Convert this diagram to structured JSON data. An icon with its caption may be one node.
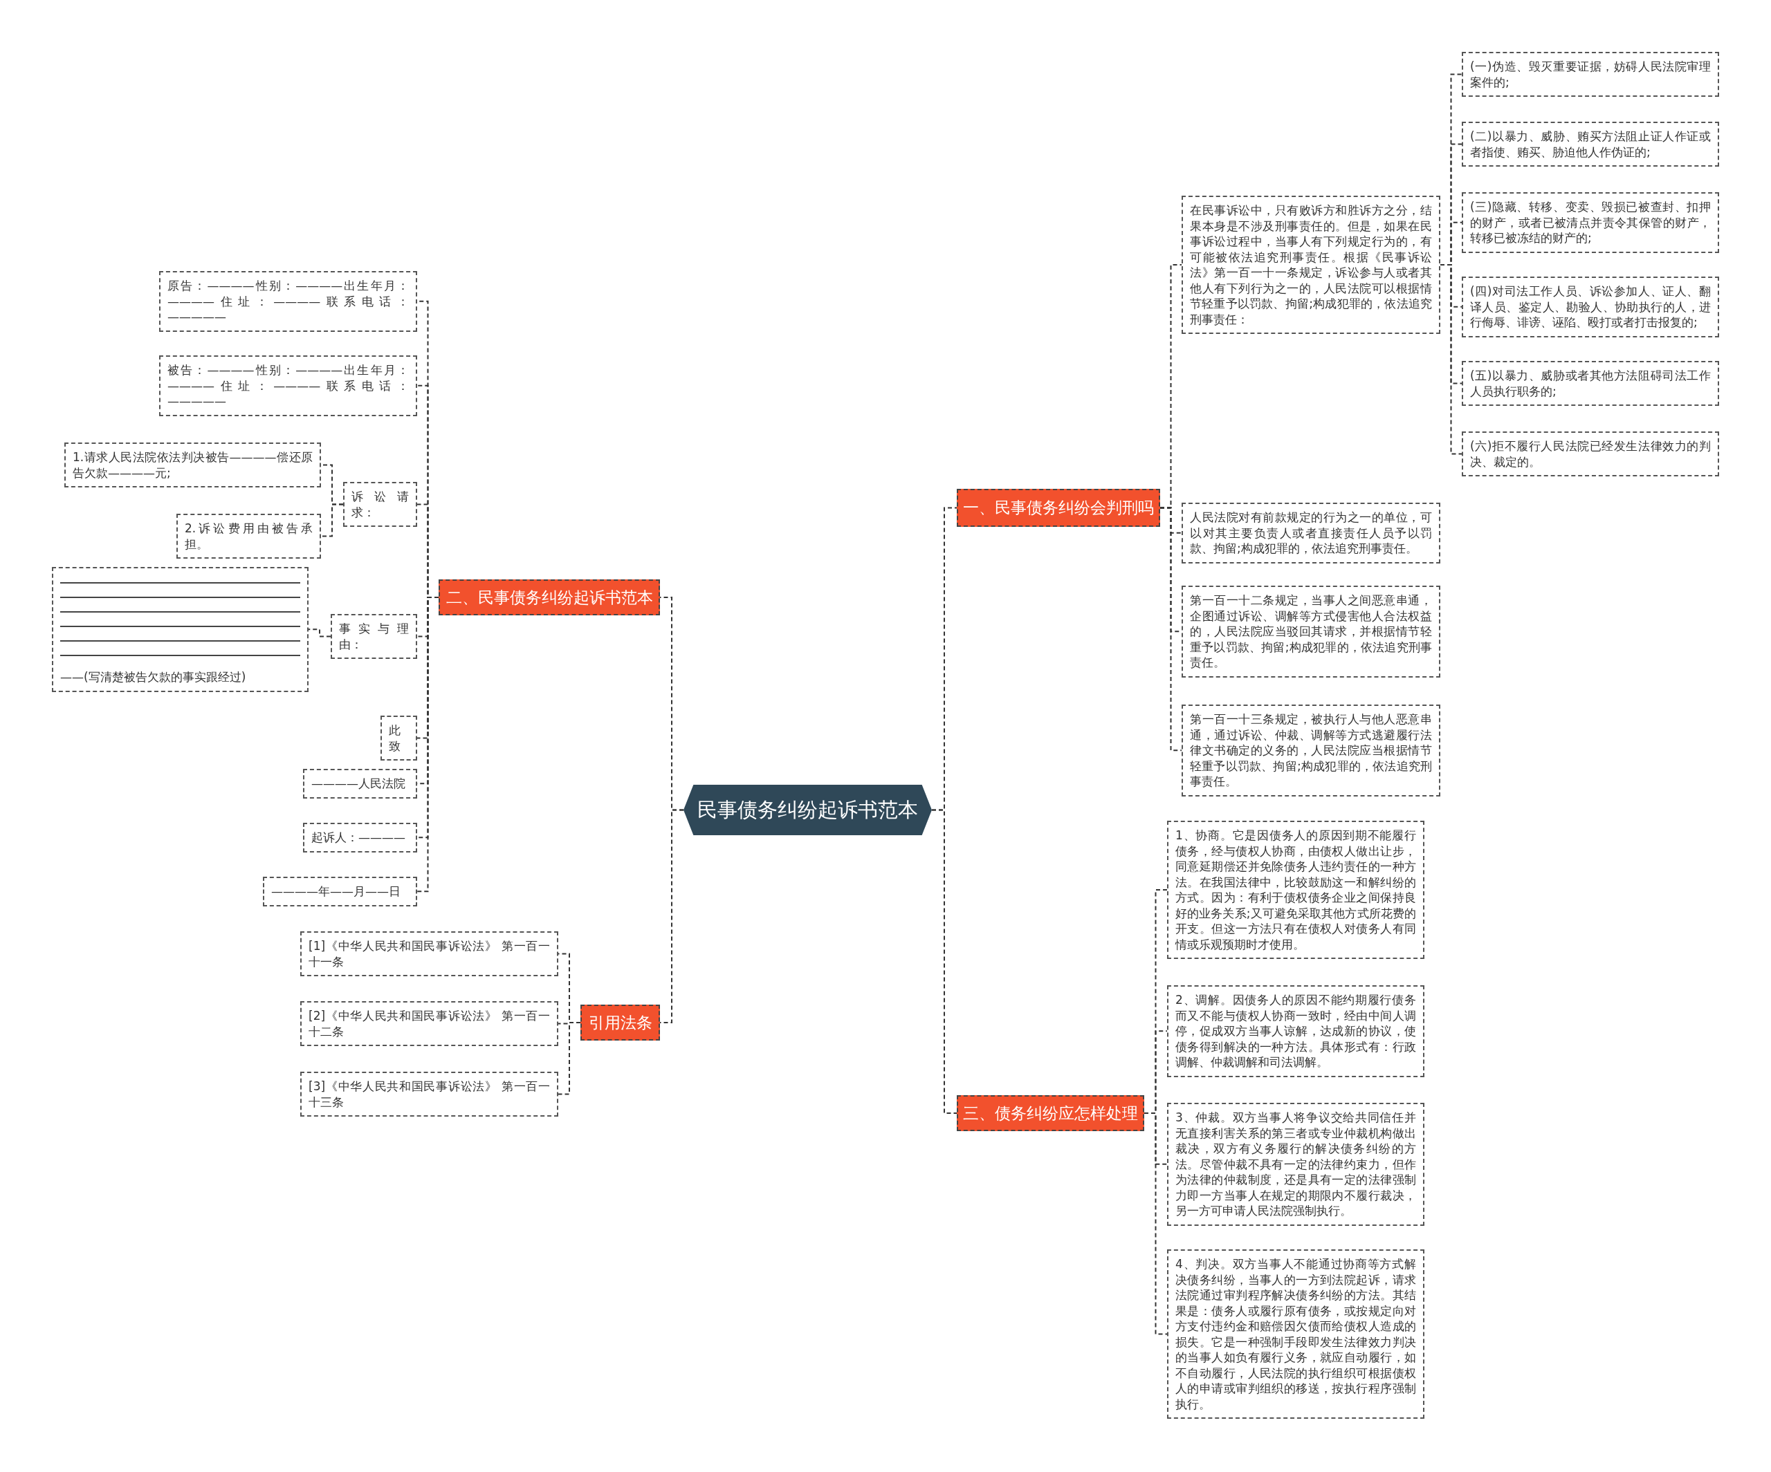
{
  "diagram": {
    "nodes": [
      {
        "text": [
          "民事债务纠纷起诉书范本"
        ]
      },
      {
        "text": [
          "一、民事债务纠纷会判刑吗"
        ]
      },
      {
        "text": [
          "在民事诉讼中，只有败诉方和胜诉方之分，结果本身是不涉及刑事责任的。但是，如果在民事诉讼过程中，当事人有下列规定行为的，有可能被依法追究刑事责任。根据《民事诉讼法》第一百一十一条规定，诉讼参与人或者其他人有下列行为之一的，人民法院可以根据情节轻重予以罚款、拘留;构成犯罪的，依法追究刑事责任："
        ]
      },
      {
        "text": [
          "(一)伪造、毁灭重要证据，妨碍人民法院审理案件的;"
        ]
      },
      {
        "text": [
          "(二)以暴力、威胁、贿买方法阻止证人作证或者指使、贿买、胁迫他人作伪证的;"
        ]
      },
      {
        "text": [
          "(三)隐藏、转移、变卖、毁损已被查封、扣押的财产，或者已被清点并责令其保管的财产，转移已被冻结的财产的;"
        ]
      },
      {
        "text": [
          "(四)对司法工作人员、诉讼参加人、证人、翻译人员、鉴定人、勘验人、协助执行的人，进行侮辱、诽谤、诬陷、殴打或者打击报复的;"
        ]
      },
      {
        "text": [
          "(五)以暴力、威胁或者其他方法阻碍司法工作人员执行职务的;"
        ]
      },
      {
        "text": [
          "(六)拒不履行人民法院已经发生法律效力的判决、裁定的。"
        ]
      },
      {
        "text": [
          "人民法院对有前款规定的行为之一的单位，可以对其主要负责人或者直接责任人员予以罚款、拘留;构成犯罪的，依法追究刑事责任。"
        ]
      },
      {
        "text": [
          "第一百一十二条规定，当事人之间恶意串通，企图通过诉讼、调解等方式侵害他人合法权益的，人民法院应当驳回其请求，并根据情节轻重予以罚款、拘留;构成犯罪的，依法追究刑事责任。"
        ]
      },
      {
        "text": [
          "第一百一十三条规定，被执行人与他人恶意串通，通过诉讼、仲裁、调解等方式逃避履行法律文书确定的义务的，人民法院应当根据情节轻重予以罚款、拘留;构成犯罪的，依法追究刑事责任。"
        ]
      },
      {
        "text": [
          "二、民事债务纠纷起诉书范本"
        ]
      },
      {
        "text": [
          "原告：————性别：————出生年月：————住址：————联系电话：—————"
        ]
      },
      {
        "text": [
          "被告：————性别：————出生年月：————住址：————联系电话：—————"
        ]
      },
      {
        "text": [
          "诉讼请求："
        ]
      },
      {
        "text": [
          "1.请求人民法院依法判决被告————偿还原告欠款————元;"
        ]
      },
      {
        "text": [
          "2.诉讼费用由被告承担。"
        ]
      },
      {
        "text": [
          "事实与理由："
        ]
      },
      {
        "text": [
          "——(写清楚被告欠款的事实跟经过)"
        ]
      },
      {
        "text": [
          "此致"
        ]
      },
      {
        "text": [
          "————人民法院"
        ]
      },
      {
        "text": [
          "起诉人：————"
        ]
      },
      {
        "text": [
          "————年——月——日"
        ]
      },
      {
        "text": [
          "引用法条"
        ]
      },
      {
        "text": [
          "[1]《中华人民共和国民事诉讼法》 第一百一十一条"
        ]
      },
      {
        "text": [
          "[2]《中华人民共和国民事诉讼法》 第一百一十二条"
        ]
      },
      {
        "text": [
          "[3]《中华人民共和国民事诉讼法》 第一百一十三条"
        ]
      },
      {
        "text": [
          "三、债务纠纷应怎样处理"
        ]
      },
      {
        "text": [
          "1、协商。它是因债务人的原因到期不能履行债务，经与债权人协商，由债权人做出让步，同意延期偿还并免除债务人违约责任的一种方法。在我国法律中，比较鼓励这一和解纠纷的方式。因为：有利于债权债务企业之间保持良好的业务关系;又可避免采取其他方式所花费的开支。但这一方法只有在债权人对债务人有同情或乐观预期时才使用。"
        ]
      },
      {
        "text": [
          "2、调解。因债务人的原因不能约期履行债务而又不能与债权人协商一致时，经由中间人调停，促成双方当事人谅解，达成新的协议，使债务得到解决的一种方法。具体形式有：行政调解、仲裁调解和司法调解。"
        ]
      },
      {
        "text": [
          "3、仲裁。双方当事人将争议交给共同信任并无直接利害关系的第三者或专业仲裁机构做出裁决，双方有义务履行的解决债务纠纷的方法。尽管仲裁不具有一定的法律约束力，但作为法律的仲裁制度，还是具有一定的法律强制力即一方当事人在规定的期限内不履行裁决，另一方可申请人民法院强制执行。"
        ]
      },
      {
        "text": [
          "4、判决。双方当事人不能通过协商等方式解决债务纠纷，当事人的一方到法院起诉，请求法院通过审判程序解决债务纠纷的方法。其结果是：债务人或履行原有债务，或按规定向对方支付违约金和赔偿因欠债而给债权人造成的损失。它是一种强制手段即发生法律效力判决的当事人如负有履行义务，就应自动履行，如不自动履行，人民法院的执行组织可根据债权人的申请或审判组织的移送，按执行程序强制执行。"
        ]
      }
    ],
    "edges": [
      {
        "from": 0,
        "to": 1,
        "arrow": "none"
      },
      {
        "from": 0,
        "to": 12,
        "arrow": "none"
      },
      {
        "from": 0,
        "to": 24,
        "arrow": "none"
      },
      {
        "from": 0,
        "to": 28,
        "arrow": "none"
      },
      {
        "from": 1,
        "to": 2,
        "arrow": "none"
      },
      {
        "from": 1,
        "to": 9,
        "arrow": "none"
      },
      {
        "from": 1,
        "to": 10,
        "arrow": "none"
      },
      {
        "from": 1,
        "to": 11,
        "arrow": "none"
      },
      {
        "from": 2,
        "to": 3,
        "arrow": "none"
      },
      {
        "from": 2,
        "to": 4,
        "arrow": "none"
      },
      {
        "from": 2,
        "to": 5,
        "arrow": "none"
      },
      {
        "from": 2,
        "to": 6,
        "arrow": "none"
      },
      {
        "from": 2,
        "to": 7,
        "arrow": "none"
      },
      {
        "from": 2,
        "to": 8,
        "arrow": "none"
      },
      {
        "from": 12,
        "to": 13,
        "arrow": "none"
      },
      {
        "from": 12,
        "to": 14,
        "arrow": "none"
      },
      {
        "from": 12,
        "to": 15,
        "arrow": "none"
      },
      {
        "from": 12,
        "to": 18,
        "arrow": "none"
      },
      {
        "from": 12,
        "to": 20,
        "arrow": "none"
      },
      {
        "from": 12,
        "to": 21,
        "arrow": "none"
      },
      {
        "from": 12,
        "to": 22,
        "arrow": "none"
      },
      {
        "from": 12,
        "to": 23,
        "arrow": "none"
      },
      {
        "from": 15,
        "to": 16,
        "arrow": "none"
      },
      {
        "from": 15,
        "to": 17,
        "arrow": "none"
      },
      {
        "from": 18,
        "to": 19,
        "arrow": "none"
      },
      {
        "from": 24,
        "to": 25,
        "arrow": "none"
      },
      {
        "from": 24,
        "to": 26,
        "arrow": "none"
      },
      {
        "from": 24,
        "to": 27,
        "arrow": "none"
      },
      {
        "from": 28,
        "to": 29,
        "arrow": "none"
      },
      {
        "from": 28,
        "to": 30,
        "arrow": "none"
      },
      {
        "from": 28,
        "to": 31,
        "arrow": "none"
      },
      {
        "from": 28,
        "to": 32,
        "arrow": "none"
      }
    ]
  }
}
